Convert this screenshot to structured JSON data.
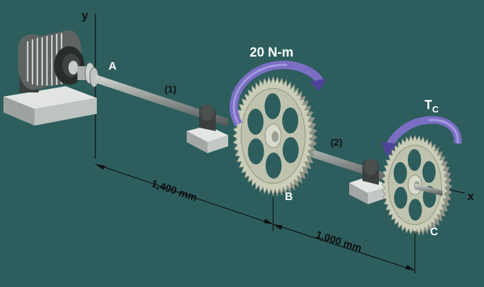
{
  "axes": {
    "y": "y",
    "x": "x"
  },
  "points": {
    "a": "A",
    "b": "B",
    "c": "C"
  },
  "segments": {
    "one": "(1)",
    "two": "(2)"
  },
  "torques": {
    "applied": "20 N-m",
    "tc_main": "T",
    "tc_sub": "C"
  },
  "dimensions": {
    "ab": "1,400 mm",
    "bc": "1,000 mm"
  },
  "colors": {
    "background": "#2d5e5d",
    "arrow": "#7b6fc4",
    "gear": "#c9cdb9",
    "base": "#bfc3c0"
  }
}
